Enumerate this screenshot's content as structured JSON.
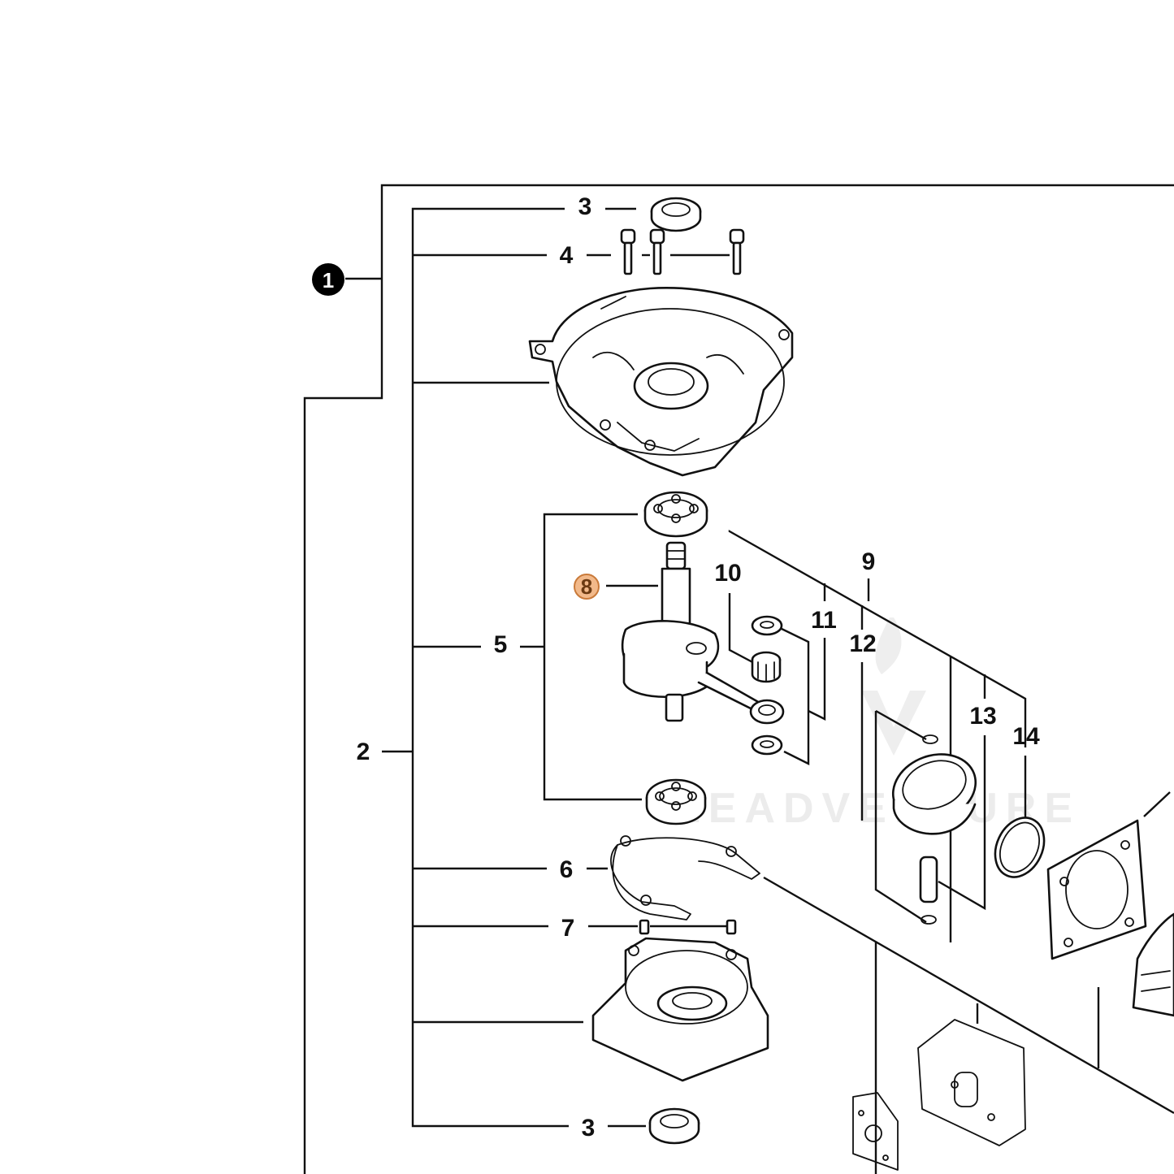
{
  "diagram": {
    "callouts": {
      "assembly": "1",
      "crankcase_group": "2",
      "oil_seal_top": "3",
      "screws": "4",
      "crankshaft_group": "5",
      "gasket": "6",
      "dowel_pins": "7",
      "crankshaft": "8",
      "piston_group": "9",
      "needle_bearing": "10",
      "washers": "11",
      "piston": "12",
      "circlips": "13",
      "piston_ring": "14",
      "oil_seal_bottom": "3"
    },
    "highlight_color": "#f2b98a",
    "highlight_border": "#c97a3a",
    "assembly_badge_color": "#000000",
    "watermark": "LEADVENTURE"
  }
}
